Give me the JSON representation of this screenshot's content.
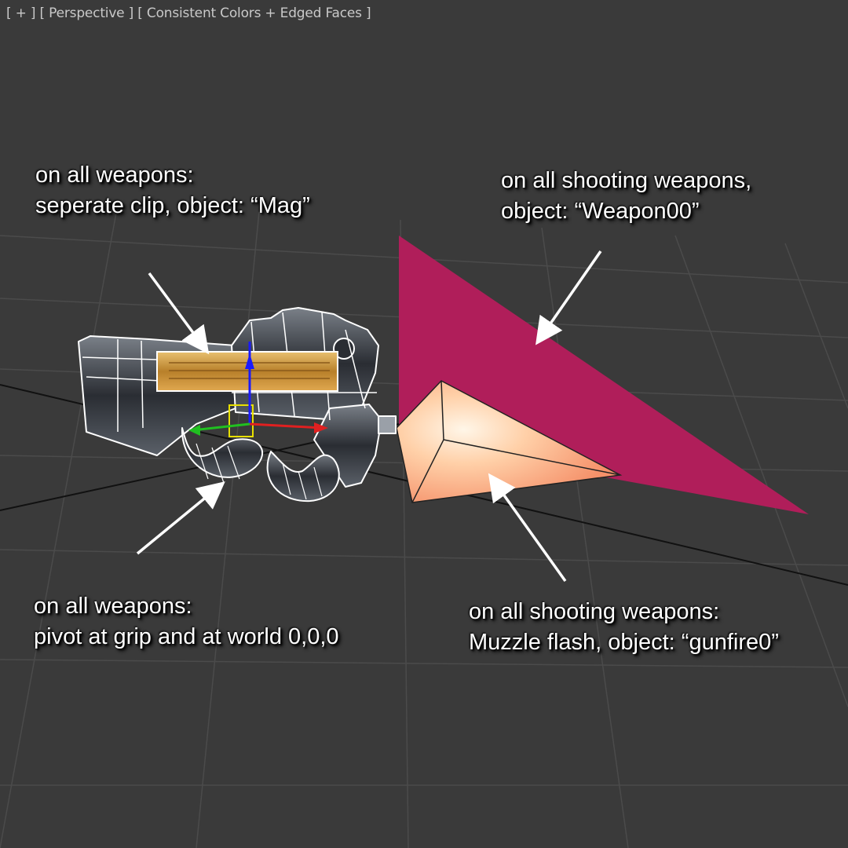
{
  "viewport_labels": {
    "menu": "[ + ]",
    "view": "[ Perspective ]",
    "shading": "[ Consistent Colors + Edged Faces ]"
  },
  "callouts": {
    "mag": {
      "line1": "on all weapons:",
      "line2": "seperate clip, object: “Mag”"
    },
    "weapon00": {
      "line1": "on all shooting weapons,",
      "line2": "object: “Weapon00”"
    },
    "pivot": {
      "line1": "on all weapons:",
      "line2": "pivot at grip and at world 0,0,0"
    },
    "gunfire": {
      "line1": "on all shooting weapons:",
      "line2": "Muzzle flash, object: “gunfire0”"
    }
  },
  "colors": {
    "background": "#3a3a3a",
    "grid": "#4a4a4a",
    "weapon00_plane": "#b01e5a",
    "muzzle_flash": "#ffb08a",
    "wireframe": "#ffffff",
    "mag": "#d8a040"
  }
}
